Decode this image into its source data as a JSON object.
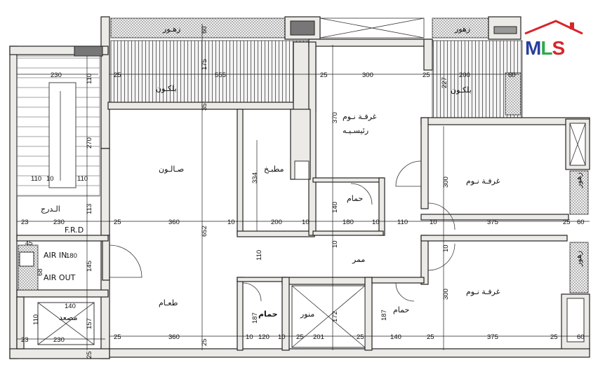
{
  "rooms": {
    "balcony_left": "بلكـون",
    "balcony_right": "بلكـون",
    "master_bedroom_line1": "غرفـة نـوم",
    "master_bedroom_line2": "رئيسـيـه",
    "salon": "صـالـون",
    "kitchen": "مطبـخ",
    "bath_master": "حمام",
    "bedroom_1": "غرفـة نـوم",
    "corridor": "ممر",
    "bedroom_2": "غرفـة نـوم",
    "dining": "طعـام",
    "bathroom_main": "حمام",
    "shaft": "منور",
    "bath_right": "حمام",
    "stairs": "الـدرج",
    "frd": "F.R.D",
    "air_in": "AIR IN",
    "air_out": "AIR OUT",
    "elevator": "مصعد",
    "planter_top_left": "زهـور",
    "planter_top_right": "زهور",
    "planter_side_1": "زهور",
    "planter_side_2": "زهور"
  },
  "dimensions": {
    "d230_top": "230",
    "d110_top": "110",
    "d25_a": "25",
    "d555": "555",
    "d25_b": "25",
    "d300_top": "300",
    "d25_c": "25",
    "d200_top": "200",
    "d60_top": "60",
    "d175": "175",
    "d60_planter": "60",
    "d227": "227",
    "d35": "35",
    "d370": "370",
    "d270": "270",
    "d334": "334",
    "d110_10": "110",
    "d10_stair": "10",
    "d110_stair": "110",
    "d300_br1": "300",
    "d652": "652",
    "d113": "113",
    "d140_v": "140",
    "d23_a": "23",
    "d230_mid": "230",
    "d25_d": "25",
    "d360_a": "360",
    "d10_a": "10",
    "d200_mid": "200",
    "d10_b": "10",
    "d180_a": "180",
    "d10_c": "10",
    "d110_mid": "110",
    "d10_d": "10",
    "d375_a": "375",
    "d25_e": "25",
    "d60_e": "60",
    "d45": "45",
    "d180_b": "180",
    "d145": "145",
    "d68": "68",
    "d110_v": "110",
    "d10_v": "10",
    "d300_br2": "300",
    "d140_lift": "140",
    "d187_a": "187",
    "d172": "172",
    "d187_b": "187",
    "d157": "157",
    "d110_lift": "110",
    "d23_b": "23",
    "d230_bot": "230",
    "d25_f": "25",
    "d360_b": "360",
    "d10_e": "10",
    "d120": "120",
    "d10_f": "10",
    "d25_g": "25",
    "d201": "201",
    "d25_h": "25",
    "d140_bot": "140",
    "d25_i": "25",
    "d375_b": "375",
    "d25_j": "25",
    "d60_f": "60",
    "d25_v": "25",
    "d10_g": "10",
    "d25_k": "25"
  },
  "logo": {
    "m": "M",
    "l": "L",
    "s": "S",
    "colors": {
      "m": "#2a3f9e",
      "l": "#2eaa4a",
      "s": "#d8252b",
      "roof": "#d8252b"
    }
  }
}
